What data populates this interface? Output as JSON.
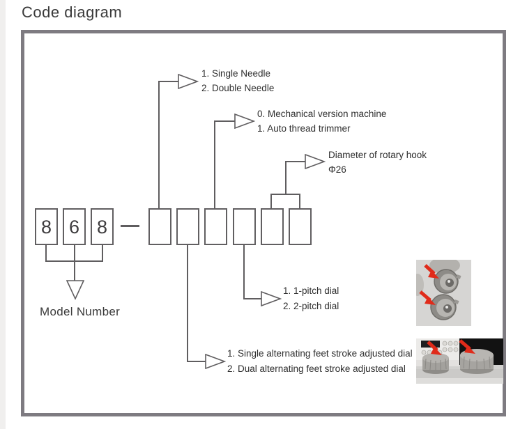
{
  "title": "Code diagram",
  "model": {
    "digits": [
      "8",
      "6",
      "8"
    ],
    "label": "Model Number"
  },
  "labels": {
    "needle": {
      "line1": "1. Single Needle",
      "line2": "2. Double Needle"
    },
    "mechanical": {
      "line1": "0. Mechanical version machine",
      "line2": "1. Auto thread trimmer"
    },
    "rotary_hook": {
      "line1": "Diameter of rotary hook",
      "line2": "Φ26"
    },
    "pitch_dial": {
      "line1": "1. 1-pitch dial",
      "line2": "2. 2-pitch dial"
    },
    "feet_stroke": {
      "line1": "1. Single alternating feet stroke adjusted dial",
      "line2": "2. Dual alternating feet stroke adjusted dial"
    }
  },
  "colors": {
    "line": "#5f5d5f",
    "text": "#2e2e2e",
    "frame": "#7e7b81",
    "arrow_red": "#e02b1a",
    "photo_bg": "#d6d5d3"
  },
  "icons": {
    "pitch_photo": "pitch-dials-photo",
    "stroke_photo": "feet-stroke-dials-photo"
  }
}
